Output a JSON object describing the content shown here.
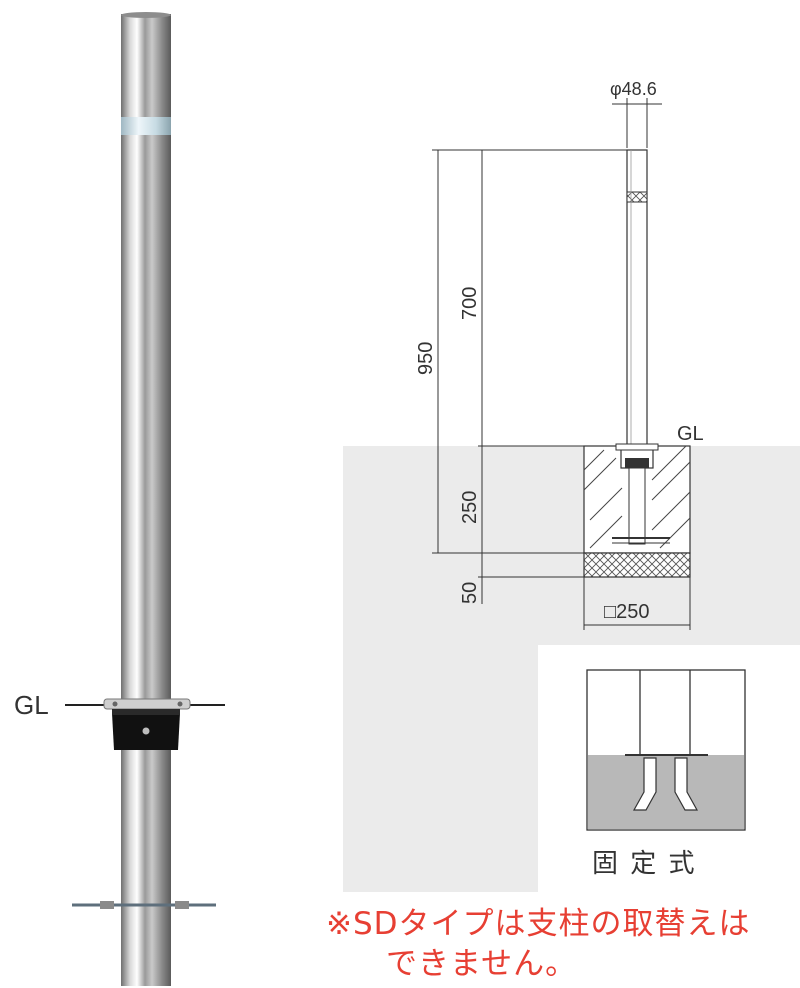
{
  "photo": {
    "gl_label": "GL"
  },
  "drawing": {
    "diameter_label": "φ48.6",
    "total_height_label": "950",
    "above_block_label": "700",
    "embed_depth_label": "250",
    "base_depth_label": "50",
    "block_width_label": "□250",
    "gl_label": "GL"
  },
  "inset": {
    "caption": "固 定 式"
  },
  "note": {
    "line1": "※SDタイプは支柱の取替えは",
    "line2": "できません。",
    "color": "#e73f33"
  },
  "colors": {
    "ground": "#ebebeb",
    "inset_soil": "#b8b8b8",
    "line": "#333333"
  }
}
